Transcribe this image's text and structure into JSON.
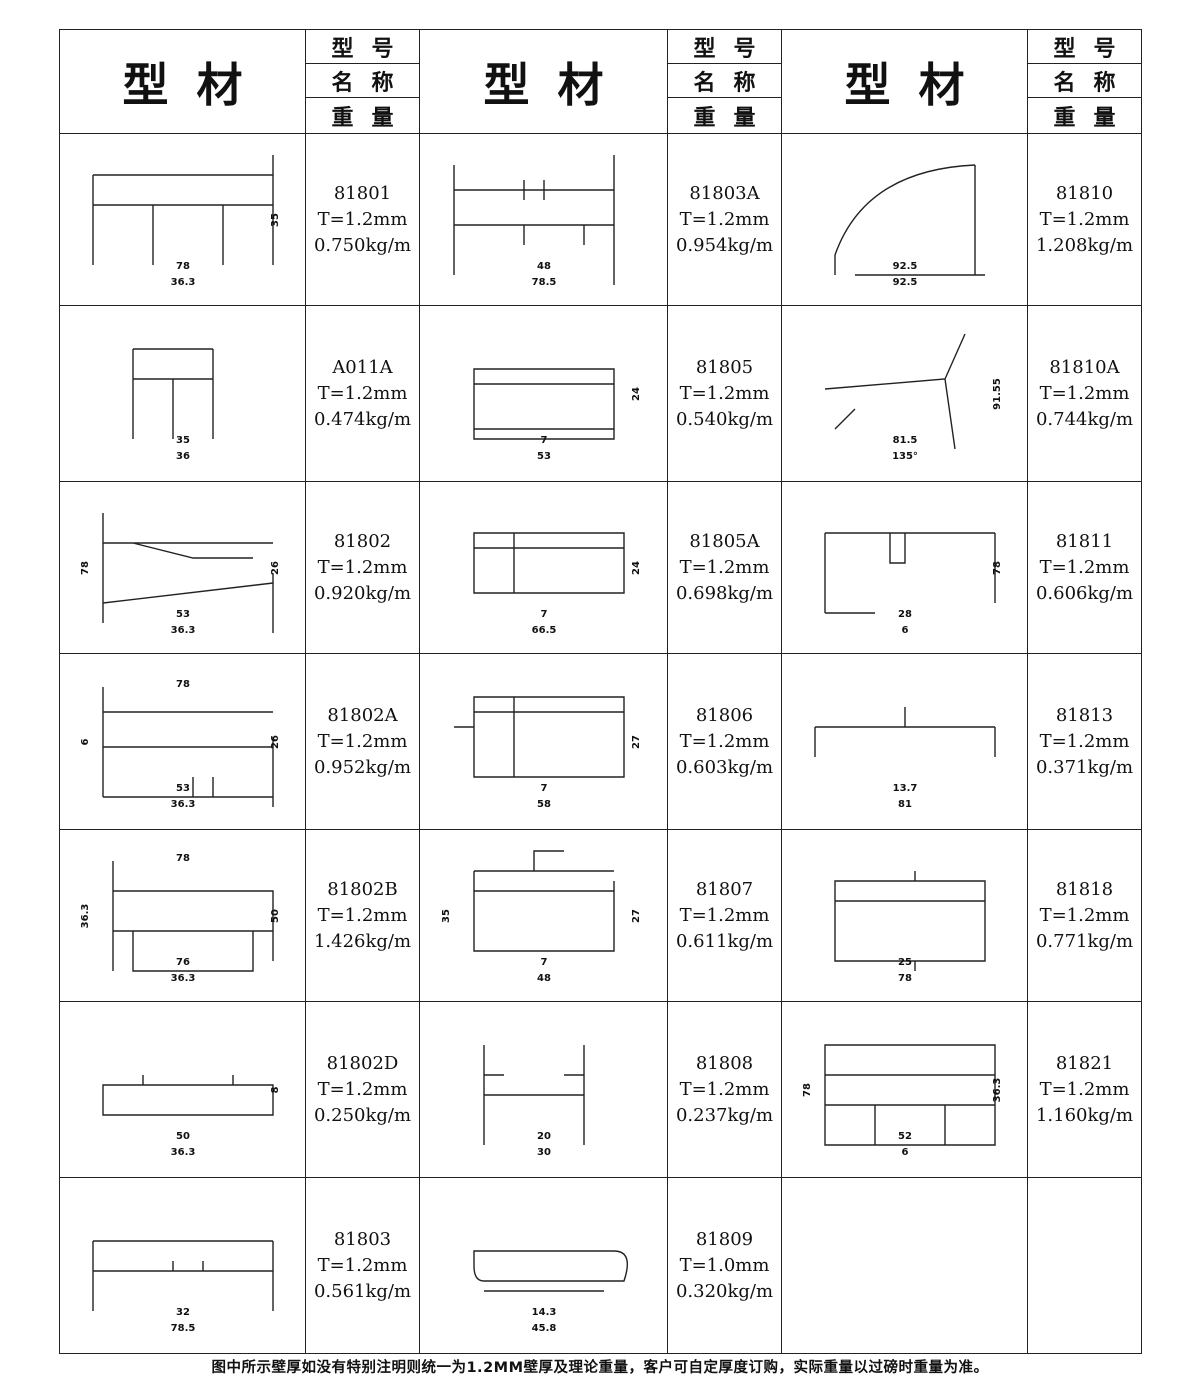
{
  "header": {
    "title": "型材",
    "label_model": "型号",
    "label_name": "名称",
    "label_weight": "重量"
  },
  "rows": [
    [
      {
        "model": "81801",
        "thickness": "T=1.2mm",
        "weight": "0.750kg/m",
        "dims": [
          "36.3",
          "78",
          "35"
        ]
      },
      {
        "model": "81803A",
        "thickness": "T=1.2mm",
        "weight": "0.954kg/m",
        "dims": [
          "78.5",
          "48"
        ]
      },
      {
        "model": "81810",
        "thickness": "T=1.2mm",
        "weight": "1.208kg/m",
        "dims": [
          "92.5",
          "92.5"
        ]
      }
    ],
    [
      {
        "model": "A011A",
        "thickness": "T=1.2mm",
        "weight": "0.474kg/m",
        "dims": [
          "36",
          "35"
        ]
      },
      {
        "model": "81805",
        "thickness": "T=1.2mm",
        "weight": "0.540kg/m",
        "dims": [
          "53",
          "7",
          "24"
        ]
      },
      {
        "model": "81810A",
        "thickness": "T=1.2mm",
        "weight": "0.744kg/m",
        "dims": [
          "135°",
          "81.5",
          "91.55"
        ]
      }
    ],
    [
      {
        "model": "81802",
        "thickness": "T=1.2mm",
        "weight": "0.920kg/m",
        "dims": [
          "36.3",
          "53",
          "26",
          "78"
        ]
      },
      {
        "model": "81805A",
        "thickness": "T=1.2mm",
        "weight": "0.698kg/m",
        "dims": [
          "66.5",
          "7",
          "24"
        ]
      },
      {
        "model": "81811",
        "thickness": "T=1.2mm",
        "weight": "0.606kg/m",
        "dims": [
          "6",
          "28",
          "78"
        ]
      }
    ],
    [
      {
        "model": "81802A",
        "thickness": "T=1.2mm",
        "weight": "0.952kg/m",
        "dims": [
          "36.3",
          "53",
          "26",
          "6",
          "78"
        ]
      },
      {
        "model": "81806",
        "thickness": "T=1.2mm",
        "weight": "0.603kg/m",
        "dims": [
          "58",
          "7",
          "27"
        ]
      },
      {
        "model": "81813",
        "thickness": "T=1.2mm",
        "weight": "0.371kg/m",
        "dims": [
          "81",
          "13.7"
        ]
      }
    ],
    [
      {
        "model": "81802B",
        "thickness": "T=1.2mm",
        "weight": "1.426kg/m",
        "dims": [
          "36.3",
          "76",
          "50",
          "36.3",
          "78"
        ]
      },
      {
        "model": "81807",
        "thickness": "T=1.2mm",
        "weight": "0.611kg/m",
        "dims": [
          "48",
          "7",
          "27",
          "35"
        ]
      },
      {
        "model": "81818",
        "thickness": "T=1.2mm",
        "weight": "0.771kg/m",
        "dims": [
          "78",
          "25"
        ]
      }
    ],
    [
      {
        "model": "81802D",
        "thickness": "T=1.2mm",
        "weight": "0.250kg/m",
        "dims": [
          "36.3",
          "50",
          "8"
        ]
      },
      {
        "model": "81808",
        "thickness": "T=1.2mm",
        "weight": "0.237kg/m",
        "dims": [
          "30",
          "20"
        ]
      },
      {
        "model": "81821",
        "thickness": "T=1.2mm",
        "weight": "1.160kg/m",
        "dims": [
          "6",
          "52",
          "36.3",
          "78"
        ]
      }
    ],
    [
      {
        "model": "81803",
        "thickness": "T=1.2mm",
        "weight": "0.561kg/m",
        "dims": [
          "78.5",
          "32"
        ]
      },
      {
        "model": "81809",
        "thickness": "T=1.0mm",
        "weight": "0.320kg/m",
        "dims": [
          "45.8",
          "14.3"
        ]
      },
      null
    ]
  ],
  "footnote": "图中所示壁厚如没有特别注明则统一为1.2MM壁厚及理论重量，客户可自定厚度订购，实际重量以过磅时重量为准。"
}
